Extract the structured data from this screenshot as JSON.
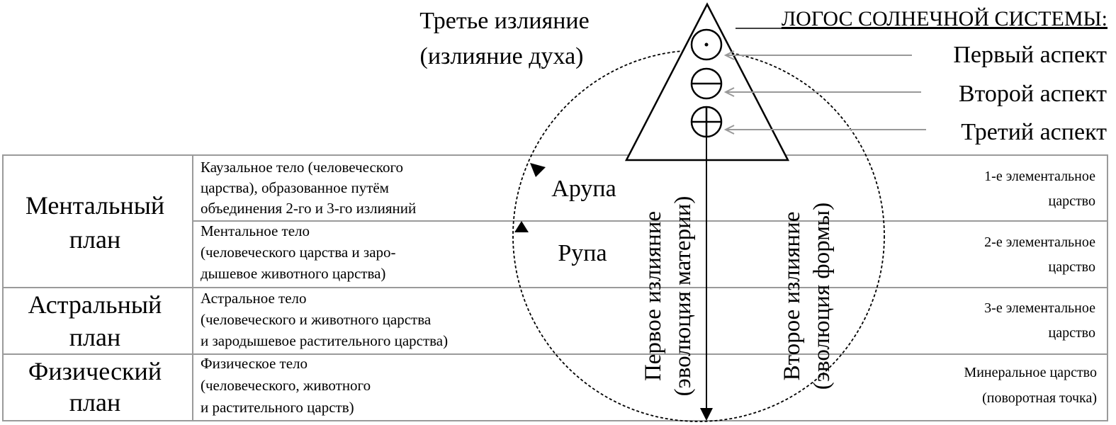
{
  "top_left": {
    "line1": "Третье излияние",
    "line2": "(излияние духа)"
  },
  "logos_title": "ЛОГОС СОЛНЕЧНОЙ СИСТЕМЫ:",
  "aspects": [
    "Первый аспект",
    "Второй аспект",
    "Третий аспект"
  ],
  "planes": [
    {
      "line1": "Ментальный",
      "line2": "план"
    },
    {
      "line1": "Астральный",
      "line2": "план"
    },
    {
      "line1": "Физический",
      "line2": "план"
    }
  ],
  "bodies": [
    [
      "Каузальное тело (человеческого",
      "царства), образованное путём",
      "объединения 2-го и 3-го излияний"
    ],
    [
      "Ментальное тело",
      "(человеческого царства и заро-",
      "дышевое животного царства)"
    ],
    [
      "Астральное тело",
      "(человеческого и животного царства",
      "и зародышевое растительного царства)"
    ],
    [
      "Физическое тело",
      "(человеческого, животного",
      "и растительного царств)"
    ]
  ],
  "arupa": "Арупа",
  "rupa": "Рупа",
  "first_outpouring": {
    "line1": "Первое излияние",
    "line2": "(эволюция материи)"
  },
  "second_outpouring": {
    "line1": "Второе излияние",
    "line2": "(эволюция формы)"
  },
  "kingdoms": [
    [
      "1-е элементальное",
      "царство"
    ],
    [
      "2-е элементальное",
      "царство"
    ],
    [
      "3-е элементальное",
      "царство"
    ],
    [
      "Минеральное царство",
      "(поворотная точка)"
    ]
  ]
}
